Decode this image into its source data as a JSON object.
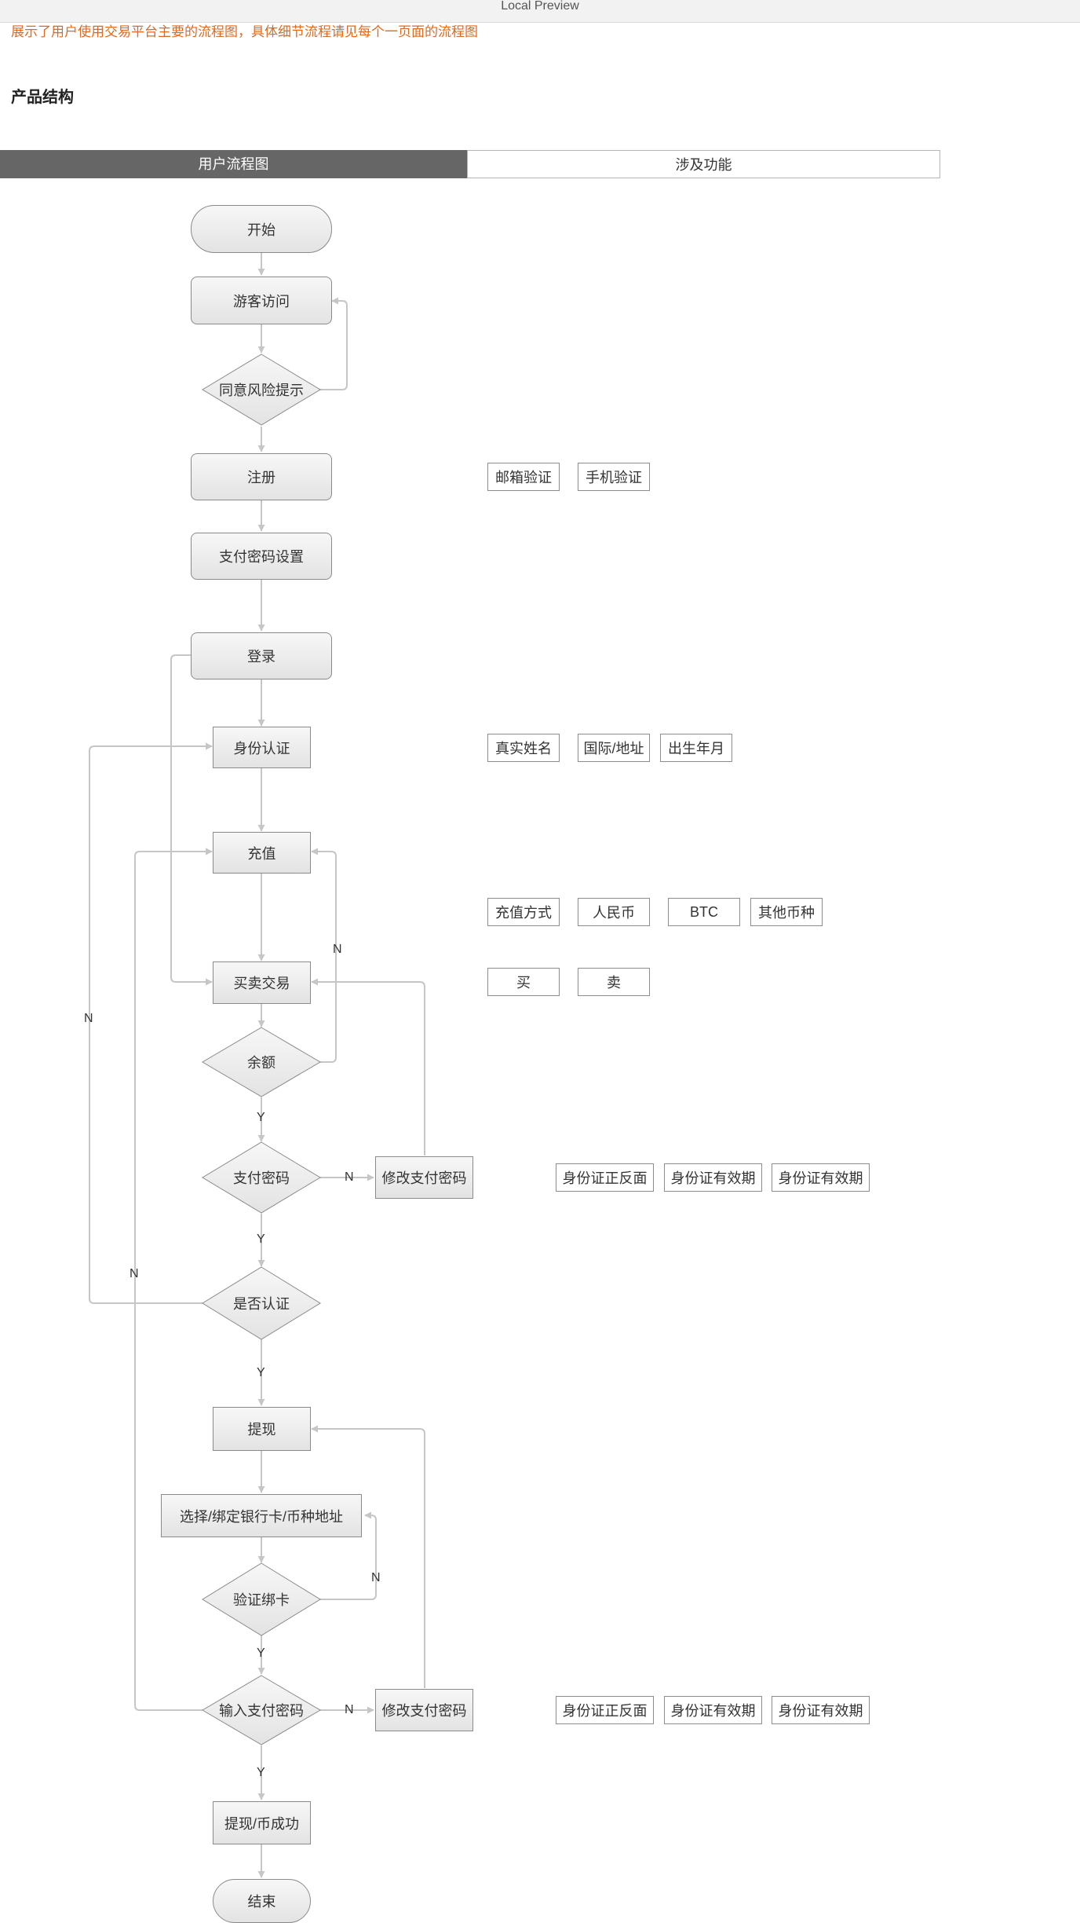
{
  "window": {
    "title": "Local Preview"
  },
  "intro_text": "展示了用户使用交易平台主要的流程图，具体细节流程请见每个一页面的流程图",
  "section_title": "产品结构",
  "tabs": [
    "用户流程图",
    "涉及功能"
  ],
  "flow": {
    "start": "开始",
    "guest": "游客访问",
    "agree_risk": "同意风险提示",
    "register": "注册",
    "pay_pw_setup": "支付密码设置",
    "login": "登录",
    "identity": "身份认证",
    "recharge": "充值",
    "trade": "买卖交易",
    "balance": "余额",
    "pay_pw": "支付密码",
    "modify_pw_1": "修改支付密码",
    "verified": "是否认证",
    "withdraw": "提现",
    "bind_card": "选择/绑定银行卡/币种地址",
    "verify_card": "验证绑卡",
    "input_pay_pw": "输入支付密码",
    "modify_pw_2": "修改支付密码",
    "withdraw_success": "提现/币成功",
    "end": "结束"
  },
  "edge_labels": {
    "recharge_n": "N",
    "verify_n": "N",
    "balance_y": "Y",
    "pay_pw_n": "N",
    "pay_pw_y": "Y",
    "verified_n": "N",
    "verified_y": "Y",
    "verify_card_n": "N",
    "verify_card_y": "Y",
    "input_pw_n": "N",
    "input_pw_y": "Y"
  },
  "features": {
    "register": [
      "邮箱验证",
      "手机验证"
    ],
    "identity": [
      "真实姓名",
      "国际/地址",
      "出生年月"
    ],
    "recharge": [
      "充值方式",
      "人民币",
      "BTC",
      "其他币种"
    ],
    "trade": [
      "买",
      "卖"
    ],
    "pay_pw": [
      "身份证正反面",
      "身份证有效期",
      "身份证有效期"
    ],
    "input_pay_pw": [
      "身份证正反面",
      "身份证有效期",
      "身份证有效期"
    ]
  },
  "colors": {
    "intro": "#e0691e",
    "tab_active_bg": "#666666",
    "connector": "#c6c6c6"
  }
}
